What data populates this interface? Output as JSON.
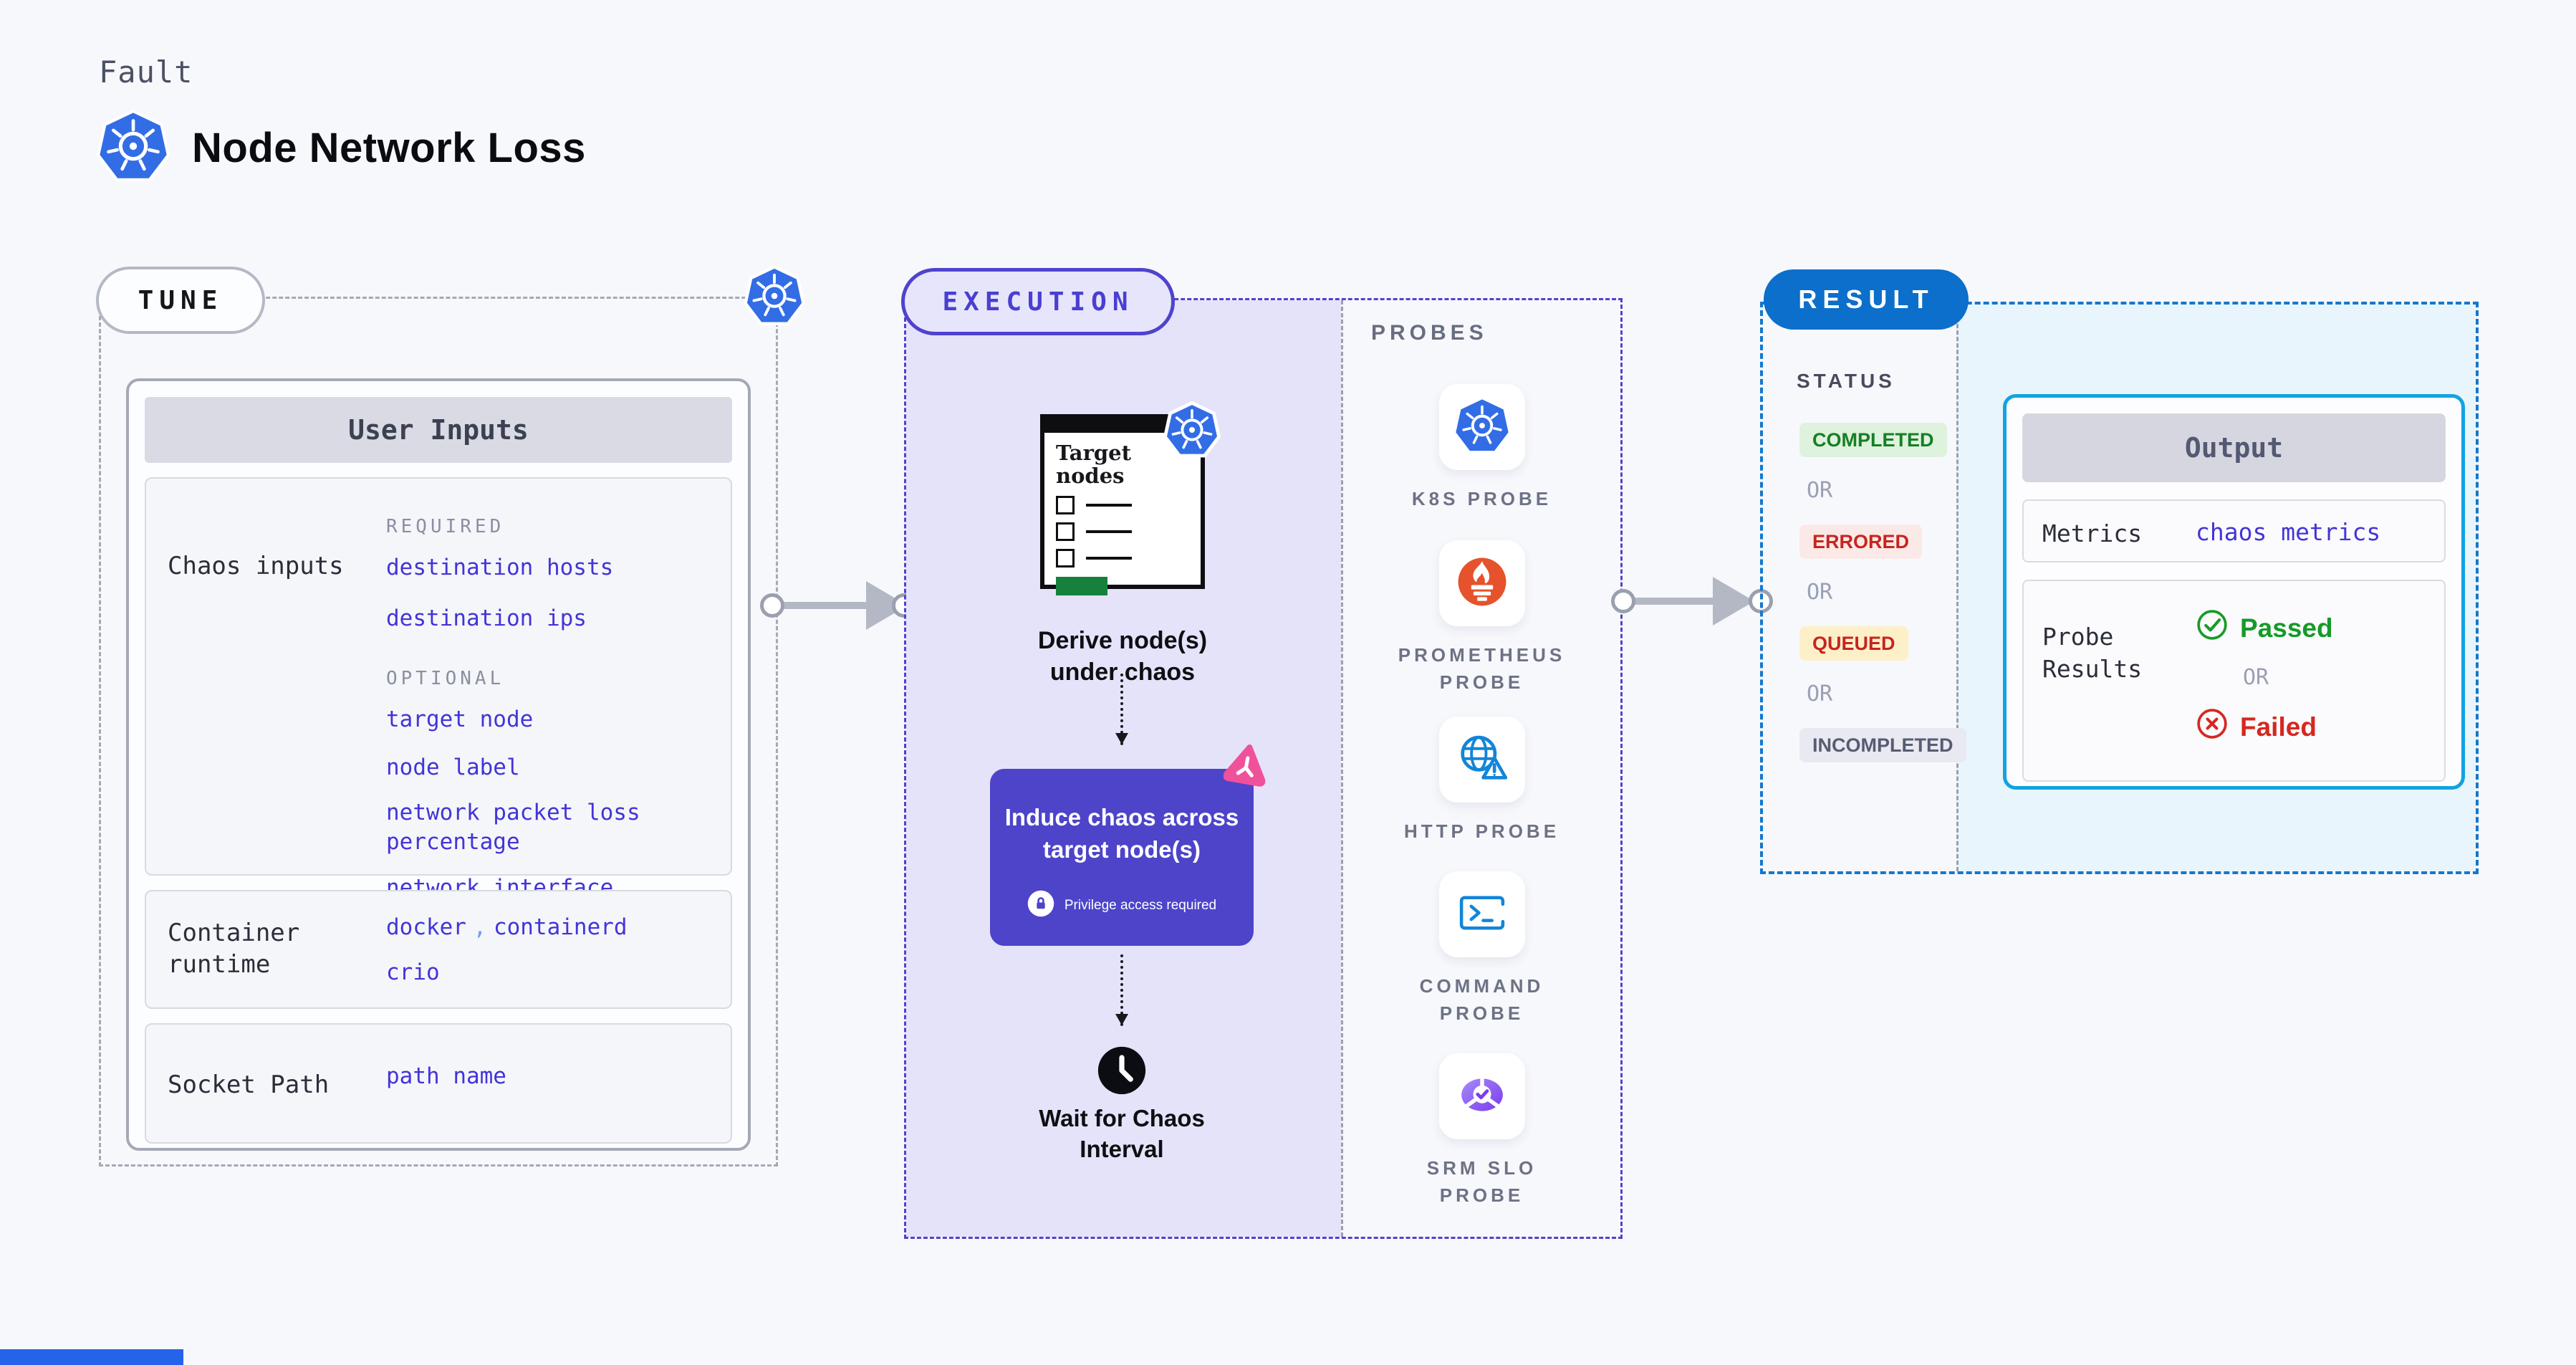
{
  "header": {
    "eyebrow": "Fault",
    "title": "Node Network Loss"
  },
  "tune": {
    "label": "TUNE",
    "user_inputs_header": "User Inputs",
    "chaos_inputs": {
      "label": "Chaos inputs",
      "required_heading": "REQUIRED",
      "required": [
        "destination hosts",
        "destination ips"
      ],
      "optional_heading": "OPTIONAL",
      "optional": [
        "target node",
        "node label",
        "network packet loss percentage",
        "network interface"
      ]
    },
    "container_runtime": {
      "label": "Container runtime",
      "value1": "docker",
      "separator": ",",
      "value2": "containerd",
      "value3": "crio"
    },
    "socket_path": {
      "label": "Socket Path",
      "value": "path name"
    }
  },
  "execution": {
    "label": "EXECUTION",
    "target_nodes_title": "Target nodes",
    "step1_caption": "Derive node(s) under chaos",
    "induce_title": "Induce chaos across target node(s)",
    "induce_badge": "Privilege access required",
    "step3_caption": "Wait for Chaos Interval",
    "probes_heading": "PROBES",
    "probes": [
      {
        "label": "K8S PROBE",
        "icon": "kubernetes-icon"
      },
      {
        "label": "PROMETHEUS PROBE",
        "icon": "prometheus-icon"
      },
      {
        "label": "HTTP PROBE",
        "icon": "http-globe-icon"
      },
      {
        "label": "COMMAND PROBE",
        "icon": "terminal-icon"
      },
      {
        "label": "SRM SLO PROBE",
        "icon": "srm-slo-icon"
      }
    ]
  },
  "result": {
    "label": "RESULT",
    "status_heading": "STATUS",
    "or_label": "OR",
    "statuses": [
      "COMPLETED",
      "ERRORED",
      "QUEUED",
      "INCOMPLETED"
    ],
    "output": {
      "header": "Output",
      "metrics_label": "Metrics",
      "metrics_value": "chaos metrics",
      "probe_results_label": "Probe Results",
      "passed_label": "Passed",
      "failed_label": "Failed"
    }
  },
  "colors": {
    "kubernetes_blue": "#326de6",
    "execution_accent": "#4f43cd",
    "induce_box": "#4d44ca",
    "result_accent": "#0b6fcb",
    "output_border": "#12a3e0",
    "link_indigo": "#4334d8",
    "completed_green": "#157f24",
    "errored_red": "#c6251f",
    "queued_yellow_bg": "#fdf0c9",
    "passed_green": "#169a28",
    "failed_red": "#d6281f",
    "prometheus_orange": "#e6522c",
    "chaos_pink": "#f0519b"
  }
}
